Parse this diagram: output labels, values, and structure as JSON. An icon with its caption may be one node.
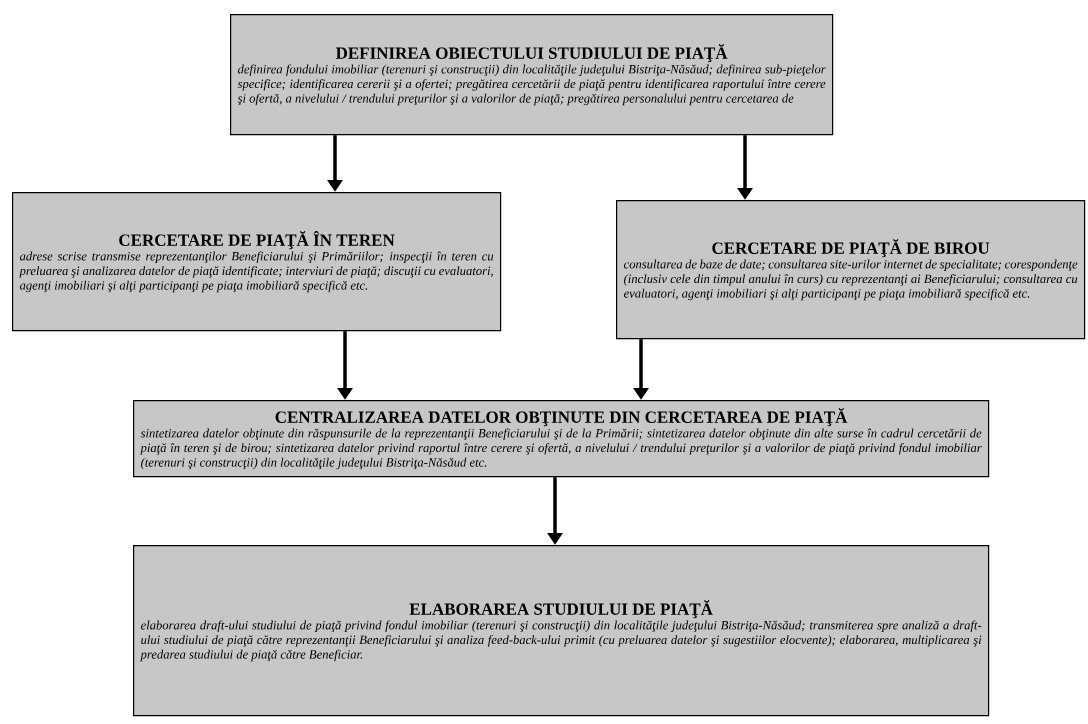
{
  "diagram": {
    "nodes": [
      {
        "text": [
          "DEFINIREA OBIECTULUI STUDIULUI DE PIAŢĂ",
          "definirea fondului imobiliar (terenuri şi construcţii) din localităţile judeţului Bistriţa-Năsăud; definirea sub-pieţelor specifice; identificarea cererii şi a ofertei; pregătirea cercetării de piaţă pentru identificarea raportului între cerere şi ofertă, a nivelului / trendului preţurilor şi a valorilor de piaţă; pregătirea personalului pentru cercetarea de"
        ]
      },
      {
        "text": [
          "CERCETARE DE PIAŢĂ ÎN TEREN",
          "adrese scrise transmise reprezentanţilor Beneficiarului şi Primăriilor; inspecţii în teren cu preluarea şi analizarea datelor de piaţă identificate; interviuri de piaţă; discuţii cu evaluatori, agenţi imobiliari şi alţi participanţi pe piaţa imobiliară specifică etc."
        ]
      },
      {
        "text": [
          "CERCETARE DE PIAŢĂ DE BIROU",
          "consultarea de baze de date; consultarea site-urilor internet de specialitate; corespondenţe (inclusiv cele din timpul anului în curs) cu reprezentanţi ai Beneficiarului; consultarea cu evaluatori, agenţi imobiliari şi alţi participanţi pe piaţa imobiliară specifică etc."
        ]
      },
      {
        "text": [
          "CENTRALIZAREA DATELOR OBŢINUTE DIN CERCETAREA DE PIAŢĂ",
          "sintetizarea datelor obţinute din răspunsurile de la reprezentanţii Beneficiarului şi de la Primării; sintetizarea datelor obţinute din alte surse în cadrul cercetării de piaţă în teren şi de birou; sintetizarea datelor privind raportul între cerere şi ofertă, a nivelului / trendului preţurilor şi a valorilor de piaţă privind fondul imobiliar (terenuri şi construcţii) din localităţile judeţului Bistriţa-Năsăud etc."
        ]
      },
      {
        "text": [
          "ELABORAREA STUDIULUI DE PIAŢĂ",
          "elaborarea draft-ului studiului de piaţă privind fondul imobiliar (terenuri şi construcţii) din localităţile judeţului Bistriţa-Năsăud; transmiterea spre analiză a draft-ului studiului de piaţă către reprezentanţii Beneficiarului şi analiza feed-back-ului primit (cu preluarea datelor şi sugestiilor elocvente); elaborarea, multiplicarea şi predarea studiului de piaţă către Beneficiar."
        ]
      }
    ],
    "edges": [
      {
        "from": 0,
        "to": 1,
        "arrow": "to"
      },
      {
        "from": 0,
        "to": 2,
        "arrow": "to"
      },
      {
        "from": 1,
        "to": 3,
        "arrow": "to"
      },
      {
        "from": 2,
        "to": 3,
        "arrow": "to"
      },
      {
        "from": 3,
        "to": 4,
        "arrow": "to"
      }
    ]
  }
}
